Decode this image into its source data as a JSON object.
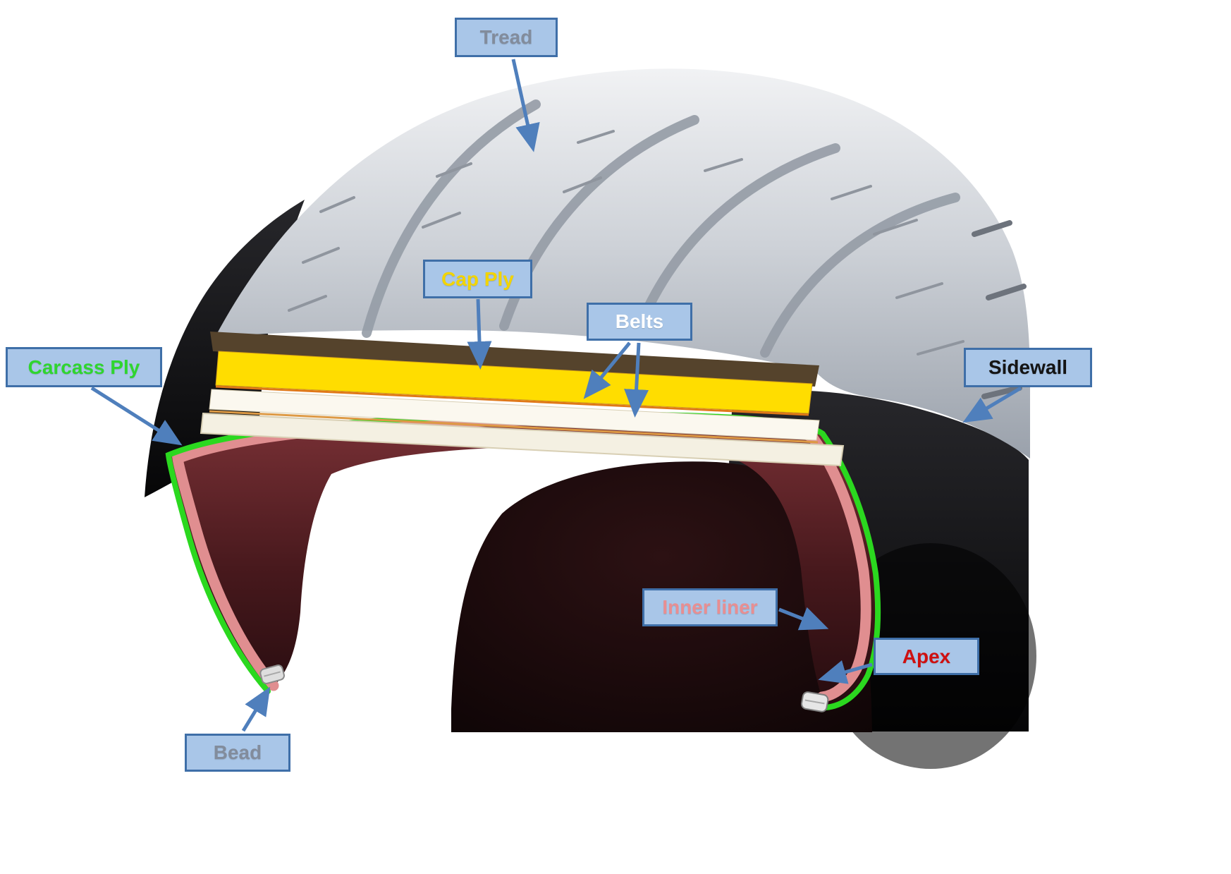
{
  "diagram": {
    "title": "Tire cross-section components diagram",
    "labels": [
      {
        "id": "tread",
        "text": "Tread",
        "color": "#828c9c"
      },
      {
        "id": "cap-ply",
        "text": "Cap Ply",
        "color": "#f2d400"
      },
      {
        "id": "belts",
        "text": "Belts",
        "color": "#ffffff"
      },
      {
        "id": "carcass-ply",
        "text": "Carcass Ply",
        "color": "#2fd52f"
      },
      {
        "id": "sidewall",
        "text": "Sidewall",
        "color": "#141414"
      },
      {
        "id": "inner-liner",
        "text": "Inner liner",
        "color": "#e88e91"
      },
      {
        "id": "apex",
        "text": "Apex",
        "color": "#cf1010"
      },
      {
        "id": "bead",
        "text": "Bead",
        "color": "#828c9c"
      }
    ],
    "colors": {
      "label_box_bg": "#a9c6e8",
      "label_box_border": "#3f6fa8",
      "arrow": "#4f7fbc",
      "tread_gray": "#cdd1d6",
      "cap_ply_yellow": "#ffdd00",
      "belt_white": "#fbf8ef",
      "carcass_green": "#2bd81f",
      "inner_liner_pink": "#e08e90",
      "interior_maroon": "#46181c",
      "sidewall_black": "#121214"
    }
  }
}
